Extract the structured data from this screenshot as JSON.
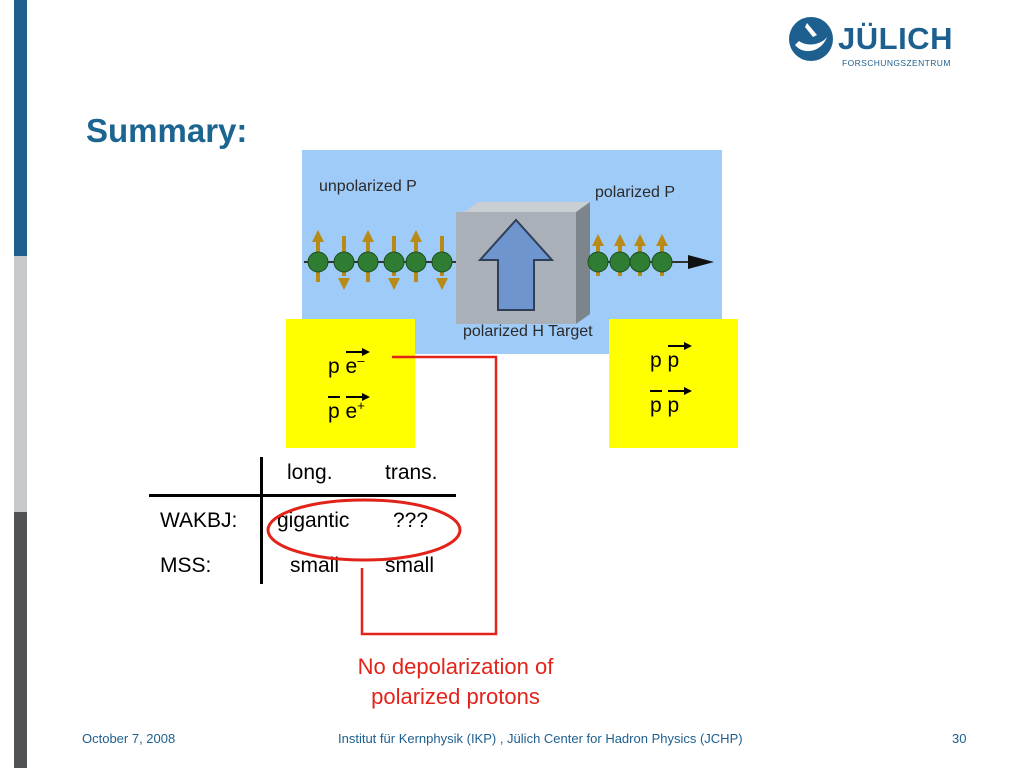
{
  "logo": {
    "word": "JÜLICH",
    "subtitle": "FORSCHUNGSZENTRUM"
  },
  "slide": {
    "title": "Summary:"
  },
  "diagram": {
    "unpolarized_label": "unpolarized P",
    "polarized_label": "polarized P",
    "target_label": "polarized H Target"
  },
  "boxes": {
    "left": {
      "line1_a": "p",
      "line1_b": "e",
      "line1_sup": "–",
      "line2_a": "p",
      "line2_b": "e",
      "line2_sup": "+"
    },
    "right": {
      "line1_a": "p",
      "line1_b": "p",
      "line2_a": "p",
      "line2_b": "p"
    }
  },
  "table": {
    "columns": [
      "long.",
      "trans."
    ],
    "rows": [
      {
        "label": "WAKBJ:",
        "long": "gigantic",
        "trans": "???"
      },
      {
        "label": "MSS:",
        "long": "small",
        "trans": "small"
      }
    ]
  },
  "note": {
    "line1": "No depolarization of",
    "line2": "polarized protons"
  },
  "footer": {
    "date": "October 7, 2008",
    "institute": "Institut für Kernphysik (IKP) , Jülich Center for Hadron Physics (JCHP)",
    "page": "30"
  },
  "colors": {
    "brand": "#1d5f8f",
    "accent_red": "#e2231a",
    "highlight": "#ffff00",
    "diagram_bg": "#9fcbf8"
  },
  "icons": [
    "julich-logo-icon",
    "target-arrow-icon",
    "spin-up-icon",
    "spin-down-icon"
  ]
}
